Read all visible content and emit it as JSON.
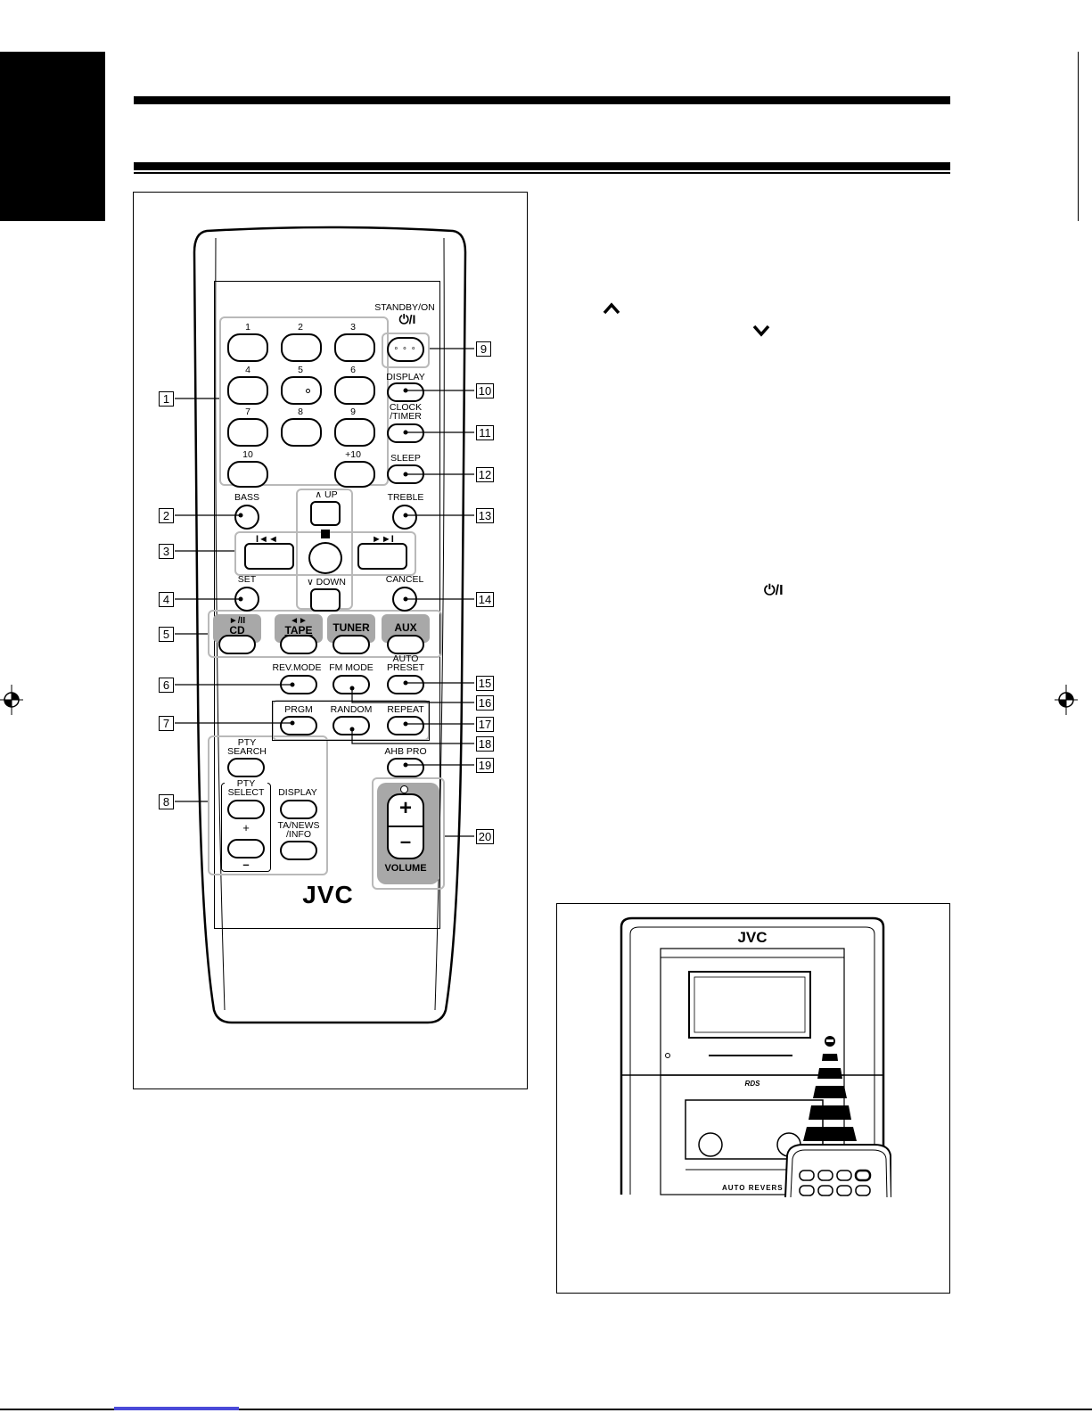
{
  "remote": {
    "brand": "JVC",
    "numbers": [
      "1",
      "2",
      "3",
      "4",
      "5",
      "6",
      "7",
      "8",
      "9",
      "10",
      "+10"
    ],
    "standby_label": "STANDBY/ON",
    "standby_symbol": "⏻/I",
    "display_label": "DISPLAY",
    "clock_timer_label_1": "CLOCK",
    "clock_timer_label_2": "/TIMER",
    "sleep_label": "SLEEP",
    "bass_label": "BASS",
    "treble_label": "TREBLE",
    "up_label": "∧ UP",
    "down_label": "∨ DOWN",
    "set_label": "SET",
    "cancel_label": "CANCEL",
    "cd_symbol": "►/II",
    "cd_label": "CD",
    "tape_symbol": "◄►",
    "tape_label": "TAPE",
    "tuner_label": "TUNER",
    "aux_label": "AUX",
    "rev_mode_label": "REV.MODE",
    "fm_mode_label": "FM MODE",
    "auto_preset_label_1": "AUTO",
    "auto_preset_label_2": "PRESET",
    "prgm_label": "PRGM",
    "random_label": "RANDOM",
    "repeat_label": "REPEAT",
    "pty_search_label_1": "PTY",
    "pty_search_label_2": "SEARCH",
    "ahb_pro_label": "AHB PRO",
    "pty_select_label_1": "PTY",
    "pty_select_label_2": "SELECT",
    "display2_label": "DISPLAY",
    "plus": "+",
    "minus": "–",
    "ta_news_label_1": "TA/NEWS",
    "ta_news_label_2": "/INFO",
    "volume_label": "VOLUME"
  },
  "callouts": [
    "1",
    "2",
    "3",
    "4",
    "5",
    "6",
    "7",
    "8",
    "9",
    "10",
    "11",
    "12",
    "13",
    "14",
    "15",
    "16",
    "17",
    "18",
    "19",
    "20"
  ],
  "unit": {
    "brand": "JVC",
    "rds_logo": "RDS",
    "auto_reverse_label": "AUTO REVERS"
  },
  "colors": {
    "accent_gray": "#a8a8a8",
    "outline_gray": "#b9b9b9",
    "link_blue": "#4a4ad8"
  }
}
